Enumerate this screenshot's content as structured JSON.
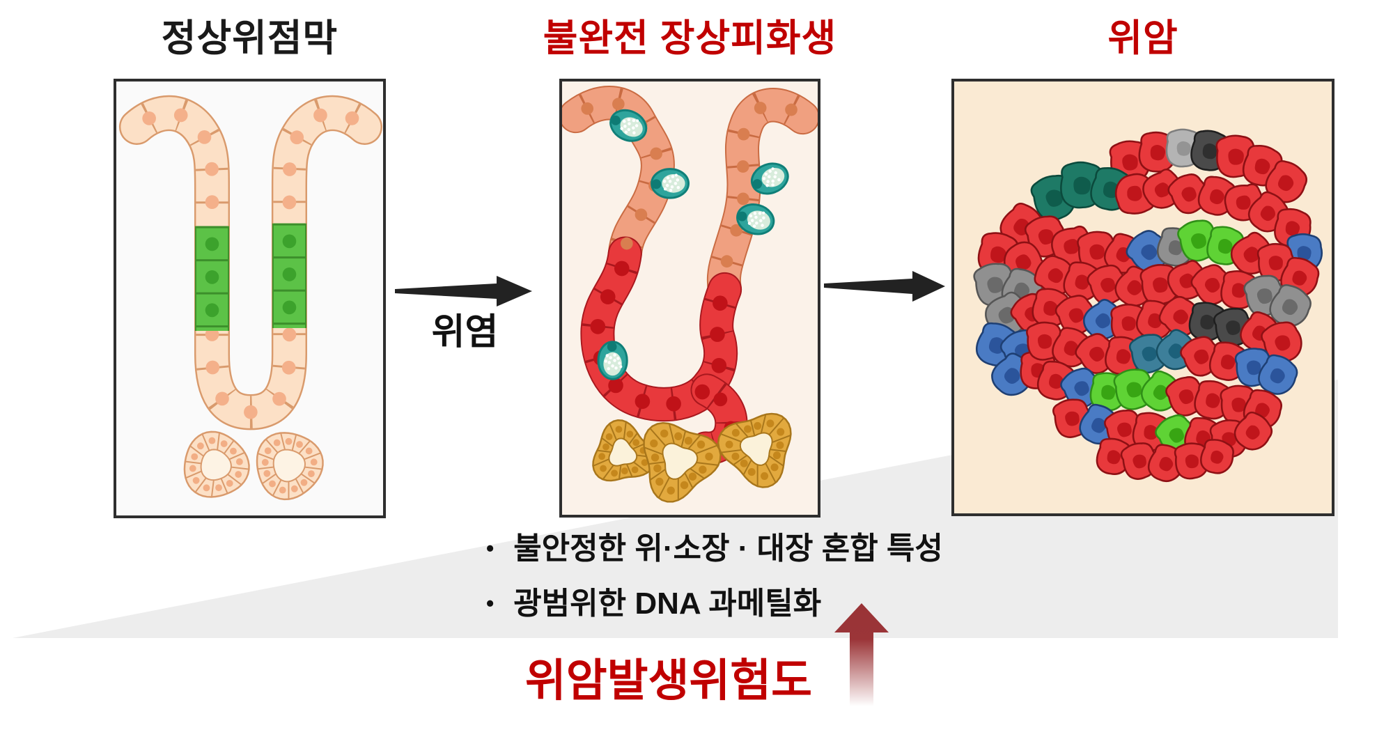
{
  "panels": [
    {
      "title": "정상위점막"
    },
    {
      "title": "불완전 장상피화생"
    },
    {
      "title": "위암"
    }
  ],
  "arrows": {
    "first_label": "위염"
  },
  "bullet_marker": "•",
  "bullets": [
    "불안정한 위·소장 · 대장 혼합 특성",
    "광범위한 DNA 과메틸화"
  ],
  "risk_label": "위암발생위험도",
  "colors": {
    "title_black": "#1a1a1a",
    "title_red": "#c00000",
    "wedge_gray": "#ededed",
    "risk_arrow_maroon": "#9a3336",
    "normal_cell_peach": "#fce0c6",
    "stem_cell_green": "#5cc247",
    "metaplasia_salmon": "#f0a080",
    "metaplasia_red": "#e8393c",
    "goblet_teal": "#2ea49c",
    "colonic_gland_gold": "#e2a93e"
  }
}
